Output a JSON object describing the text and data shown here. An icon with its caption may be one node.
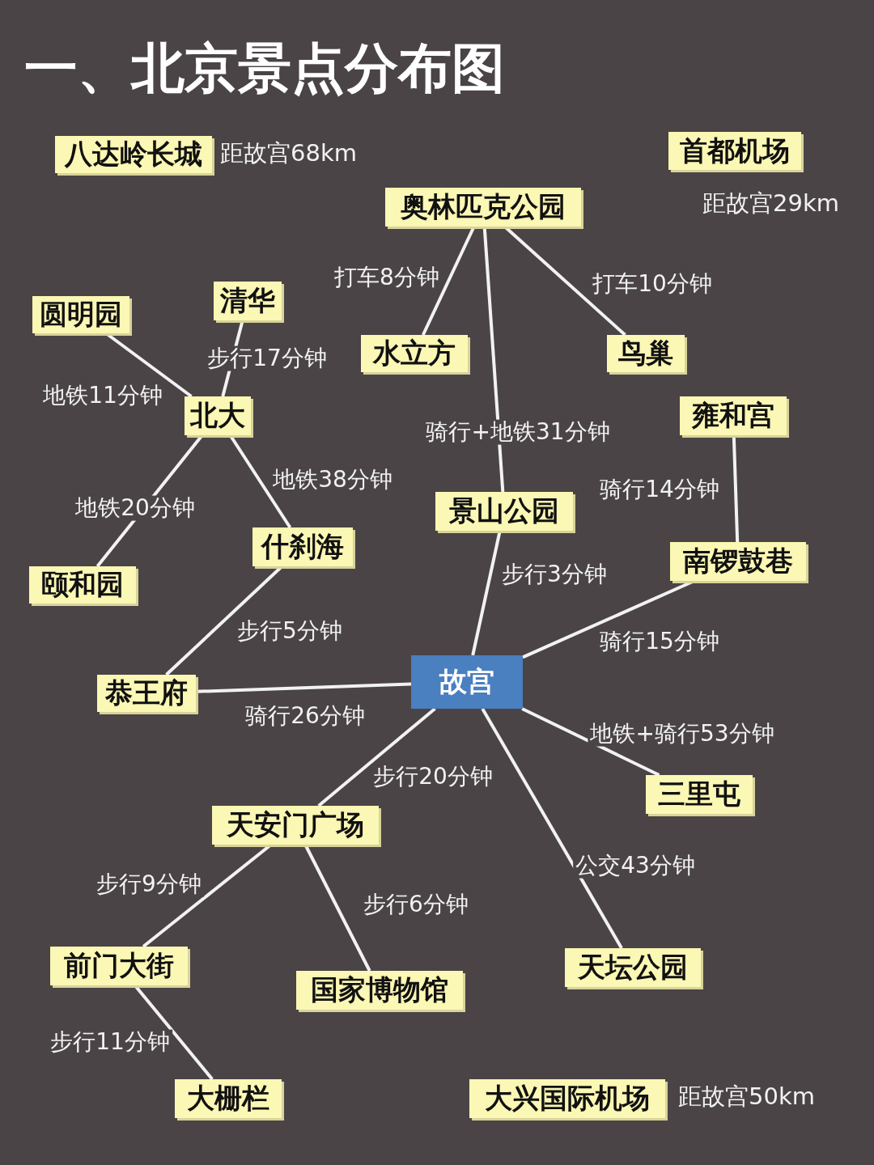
{
  "diagram": {
    "title": "一、北京景点分布图",
    "nodes": [
      {
        "text": [
          "八达岭长城"
        ],
        "beside": [
          "距故宫68km"
        ]
      },
      {
        "text": [
          "首都机场"
        ],
        "beside": [
          "距故宫29km"
        ]
      },
      {
        "text": [
          "奥林匹克公园"
        ]
      },
      {
        "text": [
          "圆明园"
        ]
      },
      {
        "text": [
          "清华"
        ]
      },
      {
        "text": [
          "水立方"
        ]
      },
      {
        "text": [
          "鸟巢"
        ]
      },
      {
        "text": [
          "北大"
        ]
      },
      {
        "text": [
          "雍和宫"
        ]
      },
      {
        "text": [
          "景山公园"
        ]
      },
      {
        "text": [
          "什刹海"
        ]
      },
      {
        "text": [
          "颐和园"
        ]
      },
      {
        "text": [
          "南锣鼓巷"
        ]
      },
      {
        "text": [
          "恭王府"
        ]
      },
      {
        "text": [
          "故宫"
        ]
      },
      {
        "text": [
          "三里屯"
        ]
      },
      {
        "text": [
          "天安门广场"
        ]
      },
      {
        "text": [
          "前门大街"
        ]
      },
      {
        "text": [
          "国家博物馆"
        ]
      },
      {
        "text": [
          "天坛公园"
        ]
      },
      {
        "text": [
          "大栅栏"
        ]
      },
      {
        "text": [
          "大兴国际机场"
        ],
        "beside": [
          "距故宫50km"
        ]
      }
    ],
    "edges": [
      {
        "from": 2,
        "to": 5,
        "arrow": "none",
        "label": "打车8分钟"
      },
      {
        "from": 2,
        "to": 9,
        "arrow": "none",
        "label": "骑行+地铁31分钟"
      },
      {
        "from": 2,
        "to": 6,
        "arrow": "none",
        "label": "打车10分钟"
      },
      {
        "from": 3,
        "to": 7,
        "arrow": "none",
        "label": "地铁11分钟"
      },
      {
        "from": 4,
        "to": 7,
        "arrow": "none",
        "label": "步行17分钟"
      },
      {
        "from": 7,
        "to": 11,
        "arrow": "none",
        "label": "地铁20分钟"
      },
      {
        "from": 7,
        "to": 10,
        "arrow": "none",
        "label": "地铁38分钟"
      },
      {
        "from": 8,
        "to": 12,
        "arrow": "none",
        "label": "骑行14分钟"
      },
      {
        "from": 9,
        "to": 14,
        "arrow": "none",
        "label": "步行3分钟"
      },
      {
        "from": 10,
        "to": 13,
        "arrow": "none",
        "label": "步行5分钟"
      },
      {
        "from": 12,
        "to": 14,
        "arrow": "none",
        "label": "骑行15分钟"
      },
      {
        "from": 13,
        "to": 14,
        "arrow": "none",
        "label": "骑行26分钟"
      },
      {
        "from": 14,
        "to": 16,
        "arrow": "none",
        "label": "步行20分钟"
      },
      {
        "from": 14,
        "to": 15,
        "arrow": "none",
        "label": "地铁+骑行53分钟"
      },
      {
        "from": 14,
        "to": 19,
        "arrow": "none",
        "label": "公交43分钟"
      },
      {
        "from": 16,
        "to": 17,
        "arrow": "none",
        "label": "步行9分钟"
      },
      {
        "from": 16,
        "to": 18,
        "arrow": "none",
        "label": "步行6分钟"
      },
      {
        "from": 17,
        "to": 20,
        "arrow": "none",
        "label": "步行11分钟"
      }
    ]
  }
}
